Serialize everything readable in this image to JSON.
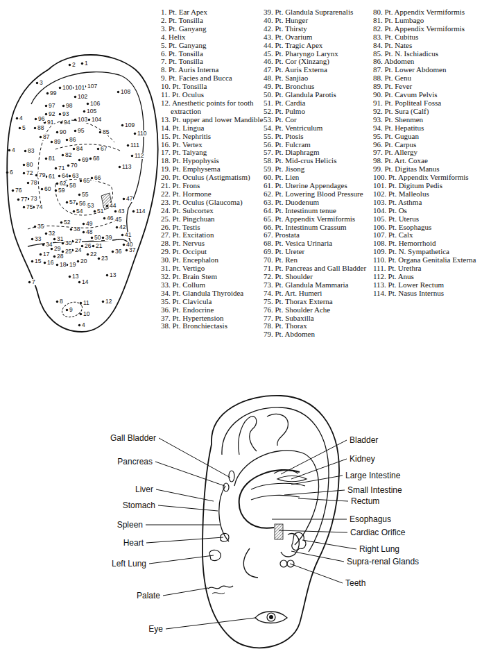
{
  "diagram": {
    "labels": [
      "1",
      "2",
      "3",
      "100",
      "101",
      "107",
      "108",
      "99",
      "102",
      "97",
      "98",
      "106",
      "92",
      "93",
      "105",
      "96",
      "91",
      "94",
      "103",
      "104",
      "4",
      "5",
      "88",
      "90",
      "95",
      "85",
      "109",
      "110",
      "87",
      "89",
      "86",
      "84",
      "83",
      "4",
      "111",
      "112",
      "113",
      "81",
      "82",
      "67",
      "69",
      "68",
      "70",
      "71",
      "80",
      "72",
      "6",
      "79",
      "61",
      "64",
      "63",
      "62",
      "65",
      "66",
      "78",
      "60",
      "59",
      "58",
      "55",
      "57",
      "56",
      "53",
      "54",
      "51",
      "47",
      "44",
      "43",
      "46",
      "45",
      "42",
      "41",
      "40",
      "114",
      "77",
      "73",
      "76",
      "75",
      "74",
      "52",
      "49",
      "48",
      "50",
      "39",
      "38",
      "35",
      "32",
      "31",
      "33",
      "34",
      "30",
      "27",
      "26",
      "21",
      "24",
      "22",
      "25",
      "29",
      "28",
      "17",
      "15",
      "16",
      "18",
      "19",
      "20",
      "23",
      "36",
      "37",
      "13",
      "14",
      "13",
      "7",
      "8",
      "9",
      "11",
      "12",
      "10",
      "4",
      "1. Pt. Ear Apex",
      "2. Pt. Tonsilla",
      "3. Pt. Ganyang",
      "4. Helix",
      "5. Pt. Ganyang",
      "6. Pt. Tonsilla",
      "7. Pt. Tonsilla",
      "8. Pt. Auris Interna",
      "9. Pt. Facies and Bucca",
      "10. Pt. Tonsilla",
      "11. Pt. Oculus",
      "12. Anesthetic points for tooth extraction",
      "13. Pt. upper and lower Mandible",
      "14. Pt. Lingua",
      "15. Pt. Nephritis",
      "16. Pt. Vertex",
      "17. Pt. Taiyang",
      "18. Pt. Hypophysis",
      "19. Pt. Emphysema",
      "20. Pt. Oculus (Astigmatism)",
      "21. Pt. Frons",
      "22. Pt. Hormone",
      "23. Pt. Oculus (Glaucoma)",
      "24. Pt. Subcortex",
      "25. Pt. Pingchuan",
      "26. Pt. Testis",
      "27. Pt. Excitation",
      "28. Pt. Nervus",
      "29. Pt. Occiput",
      "30. Pt. Encephalon",
      "31. Pt. Vertigo",
      "32. Pt. Brain Stem",
      "33. Pt. Collum",
      "34. Pt. Glandula Thyroidea",
      "35. Pt. Clavicula",
      "36. Pt. Endocrine",
      "37. Pt. Hypertension",
      "38. Pt. Bronchiectasis",
      "39. Pt. Glandula Suprarenalis",
      "40. Pt. Hunger",
      "42. Pt. Thirsty",
      "43. Pt. Ovarium",
      "44. Pt. Tragic Apex",
      "45. Pt. Pharyngo Larynx",
      "46. Pt. Cor (Xinzang)",
      "47. Pt. Auris Externa",
      "48. Pt. Sanjiao",
      "49. Pt. Bronchus",
      "50. Pt. Glandula Parotis",
      "51. Pt. Cardia",
      "52. Pt. Pulmo",
      "53. Pt. Cor",
      "54. Pt. Ventriculum",
      "55. Pt. Ptosis",
      "56. Pt. Fulcram",
      "57. Pt. Diaphragm",
      "58. Pt. Mid-crus Helicis",
      "59. Pt. Jisong",
      "60. Pt. Lien",
      "61. Pt. Uterine Appendages",
      "62. Pt. Lowering Blood Pressure",
      "63. Pt. Duodenum",
      "64. Pt. Intestinum tenue",
      "65. Pt. Appendix Vermiformis",
      "66. Pt. Intestinum Crassum",
      "67. Prostata",
      "68. Pt. Vesica Urinaria",
      "69. Pt. Ureter",
      "70. Pt. Ren",
      "71. Pt. Pancreas and Gall Bladder",
      "72. Pt. Shoulder",
      "73. Pt. Glandula Mammaria",
      "74. Pt. Art. Humeri",
      "75. Pt. Thorax Externa",
      "76. Pt. Shoulder Ache",
      "77. Pt. Subaxilla",
      "78. Pt. Thorax",
      "79. Pt. Abdomen",
      "80. Pt. Appendix Vermiformis",
      "81. Pt. Lumbago",
      "82. Pt. Appendix Vermiformis",
      "83. Pt. Cubitus",
      "84. Pt. Nates",
      "85. Pt. N. Ischiadicus",
      "86. Abdomen",
      "87. Pt. Lower Abdomen",
      "88. Pt. Genu",
      "89. Pt. Fever",
      "90. Pt. Cavum Pelvis",
      "91. Pt. Popliteal Fossa",
      "92. Pt. Sura (Calf)",
      "93. Pt. Shenmen",
      "94. Pt. Hepatitus",
      "95. Pt. Guguan",
      "96. Pt. Carpus",
      "97. Pt. Allergy",
      "98. Pt. Art. Coxae",
      "99. Pt. Digitas Manus",
      "100. Pt. Appendix Vermiformis",
      "101. Pt. Digitum Pedis",
      "102. Pt. Malleolus",
      "103. Pt. Asthma",
      "104. Pt. Os",
      "105. Pt. Uterus",
      "106. Pt. Esophagus",
      "107. Pt. Calx",
      "108. Pt. Hemorrhoid",
      "109. Pt. N. Sympathetica",
      "110. Pt. Organa Genitalia Externa",
      "111. Pt. Urethra",
      "112. Pt. Anus",
      "113. Pt. Lower Rectum",
      "114. Pt. Nasus Internus",
      "Gall Bladder",
      "Pancreas",
      "Liver",
      "Stomach",
      "Spleen",
      "Heart",
      "Left Lung",
      "Palate",
      "Eye",
      "Bladder",
      "Kidney",
      "Large Intestine",
      "Small Intestine",
      "Rectum",
      "Esophagus",
      "Cardiac Orifice",
      "Right Lung",
      "Supra-renal Glands",
      "Teeth"
    ]
  }
}
